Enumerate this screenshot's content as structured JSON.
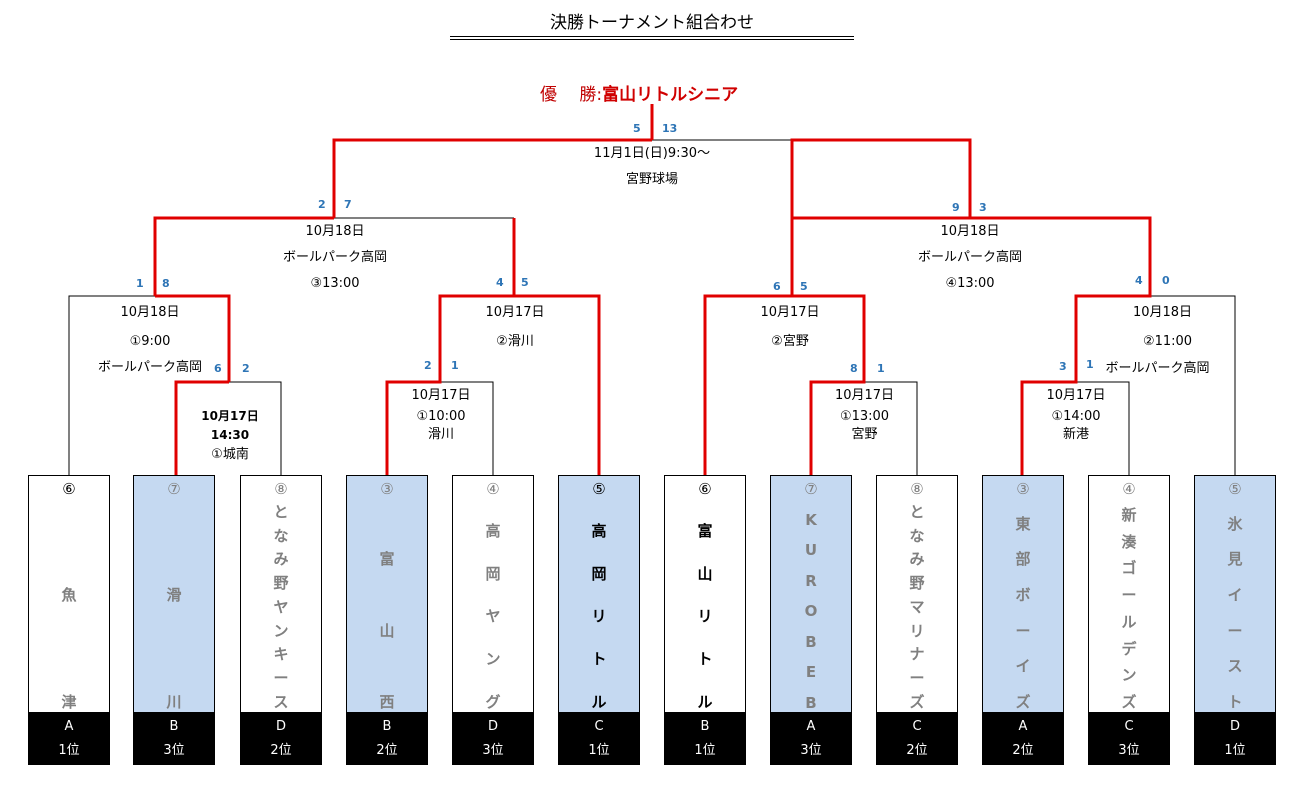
{
  "title": "決勝トーナメント組合わせ",
  "champion": {
    "label": "優　 勝:",
    "team": "富山リトルシニア"
  },
  "colors": {
    "winner_line": "#e00000",
    "line": "#000000",
    "score": "#2e75b6",
    "highlight_box": "#c5d9f1",
    "rank_bg": "#000000"
  },
  "final": {
    "date": "11月1日(日)9:30～",
    "venue": "宮野球場",
    "score_left": "5",
    "score_right": "13"
  },
  "semifinals": [
    {
      "date": "10月18日",
      "venue": "ボールパーク高岡",
      "slot": "③13:00",
      "score_left": "2",
      "score_right": "7"
    },
    {
      "date": "10月18日",
      "venue": "ボールパーク高岡",
      "slot": "④13:00",
      "score_left": "9",
      "score_right": "3"
    }
  ],
  "quarterfinals": [
    {
      "date": "10月18日",
      "slot": "①9:00",
      "venue": "ボールパーク高岡",
      "score_left": "1",
      "score_right": "8"
    },
    {
      "date": "10月17日",
      "slot": "②滑川",
      "score_left": "4",
      "score_right": "5"
    },
    {
      "date": "10月17日",
      "slot": "②宮野",
      "score_left": "6",
      "score_right": "5"
    },
    {
      "date": "10月18日",
      "slot": "②11:00",
      "venue": "ボールパーク高岡",
      "score_left": "4",
      "score_right": "0"
    }
  ],
  "first_round": [
    {
      "date": "10月17日",
      "time": "14:30",
      "venue": "①城南",
      "score_left": "6",
      "score_right": "2"
    },
    {
      "date": "10月17日",
      "time": "①10:00",
      "venue": "滑川",
      "score_left": "2",
      "score_right": "1"
    },
    {
      "date": "10月17日",
      "time": "①13:00",
      "venue": "宮野",
      "score_left": "8",
      "score_right": "1"
    },
    {
      "date": "10月17日",
      "time": "①14:00",
      "venue": "新港",
      "score_left": "3",
      "score_right": "1"
    }
  ],
  "teams": [
    {
      "seed": "⑥",
      "name": [
        "魚",
        "津"
      ],
      "group": "A",
      "rank": "1位",
      "highlight": false,
      "winner": false,
      "seed_dark": true
    },
    {
      "seed": "⑦",
      "name": [
        "滑",
        "川"
      ],
      "group": "B",
      "rank": "3位",
      "highlight": true,
      "winner": false
    },
    {
      "seed": "⑧",
      "name": [
        "と",
        "な",
        "み",
        "野",
        "ヤ",
        "ン",
        "キ",
        "ー",
        "ス"
      ],
      "group": "D",
      "rank": "2位",
      "highlight": false,
      "winner": false
    },
    {
      "seed": "③",
      "name": [
        "富",
        "山",
        "西"
      ],
      "group": "B",
      "rank": "2位",
      "highlight": true,
      "winner": false
    },
    {
      "seed": "④",
      "name": [
        "高",
        "岡",
        "ヤ",
        "ン",
        "グ"
      ],
      "group": "D",
      "rank": "3位",
      "highlight": false,
      "winner": false
    },
    {
      "seed": "⑤",
      "name": [
        "高",
        "岡",
        "リ",
        "ト",
        "ル"
      ],
      "group": "C",
      "rank": "1位",
      "highlight": true,
      "winner": true
    },
    {
      "seed": "⑥",
      "name": [
        "富",
        "山",
        "リ",
        "ト",
        "ル"
      ],
      "group": "B",
      "rank": "1位",
      "highlight": false,
      "winner": true
    },
    {
      "seed": "⑦",
      "name": [
        "K",
        "U",
        "R",
        "O",
        "B",
        "E",
        "B"
      ],
      "group": "A",
      "rank": "3位",
      "highlight": true,
      "winner": false
    },
    {
      "seed": "⑧",
      "name": [
        "と",
        "な",
        "み",
        "野",
        "マ",
        "リ",
        "ナ",
        "ー",
        "ズ"
      ],
      "group": "C",
      "rank": "2位",
      "highlight": false,
      "winner": false
    },
    {
      "seed": "③",
      "name": [
        "東",
        "部",
        "ボ",
        "ー",
        "イ",
        "ズ"
      ],
      "group": "A",
      "rank": "2位",
      "highlight": true,
      "winner": false
    },
    {
      "seed": "④",
      "name": [
        "新",
        "湊",
        "ゴ",
        "ー",
        "ル",
        "デ",
        "ン",
        "ズ"
      ],
      "group": "C",
      "rank": "3位",
      "highlight": false,
      "winner": false
    },
    {
      "seed": "⑤",
      "name": [
        "氷",
        "見",
        "イ",
        "ー",
        "ス",
        "ト"
      ],
      "group": "D",
      "rank": "1位",
      "highlight": true,
      "winner": false
    }
  ]
}
